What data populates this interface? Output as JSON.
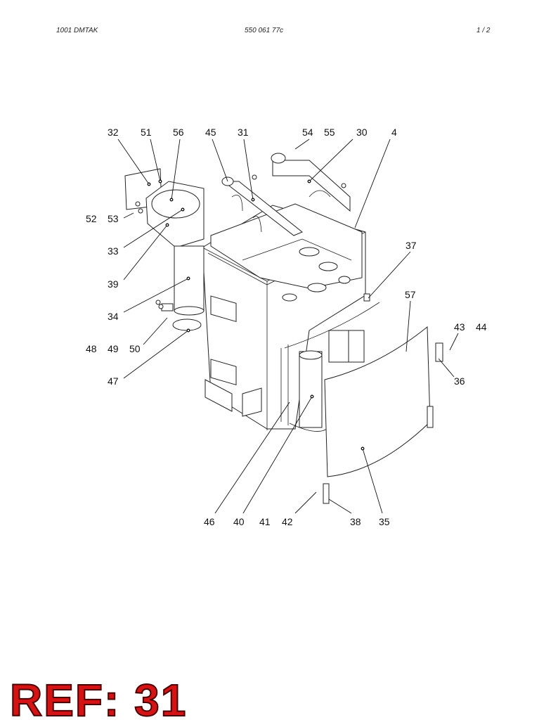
{
  "header": {
    "left": "1001   DMTAK",
    "center": "550 061 77c",
    "right": "1 /   2"
  },
  "callouts": [
    {
      "id": "c32",
      "text": "32"
    },
    {
      "id": "c51",
      "text": "51"
    },
    {
      "id": "c56",
      "text": "56"
    },
    {
      "id": "c45",
      "text": "45"
    },
    {
      "id": "c31",
      "text": "31"
    },
    {
      "id": "c54",
      "text": "54"
    },
    {
      "id": "c55",
      "text": "55"
    },
    {
      "id": "c30",
      "text": "30"
    },
    {
      "id": "c4",
      "text": "4"
    },
    {
      "id": "c52",
      "text": "52"
    },
    {
      "id": "c53",
      "text": "53"
    },
    {
      "id": "c33",
      "text": "33"
    },
    {
      "id": "c37",
      "text": "37"
    },
    {
      "id": "c39",
      "text": "39"
    },
    {
      "id": "c57",
      "text": "57"
    },
    {
      "id": "c34",
      "text": "34"
    },
    {
      "id": "c43",
      "text": "43"
    },
    {
      "id": "c44",
      "text": "44"
    },
    {
      "id": "c48",
      "text": "48"
    },
    {
      "id": "c49",
      "text": "49"
    },
    {
      "id": "c50",
      "text": "50"
    },
    {
      "id": "c47",
      "text": "47"
    },
    {
      "id": "c36",
      "text": "36"
    },
    {
      "id": "c46",
      "text": "46"
    },
    {
      "id": "c40",
      "text": "40"
    },
    {
      "id": "c41",
      "text": "41"
    },
    {
      "id": "c42",
      "text": "42"
    },
    {
      "id": "c38",
      "text": "38"
    },
    {
      "id": "c35",
      "text": "35"
    }
  ],
  "ref_badge": "REF: 31"
}
